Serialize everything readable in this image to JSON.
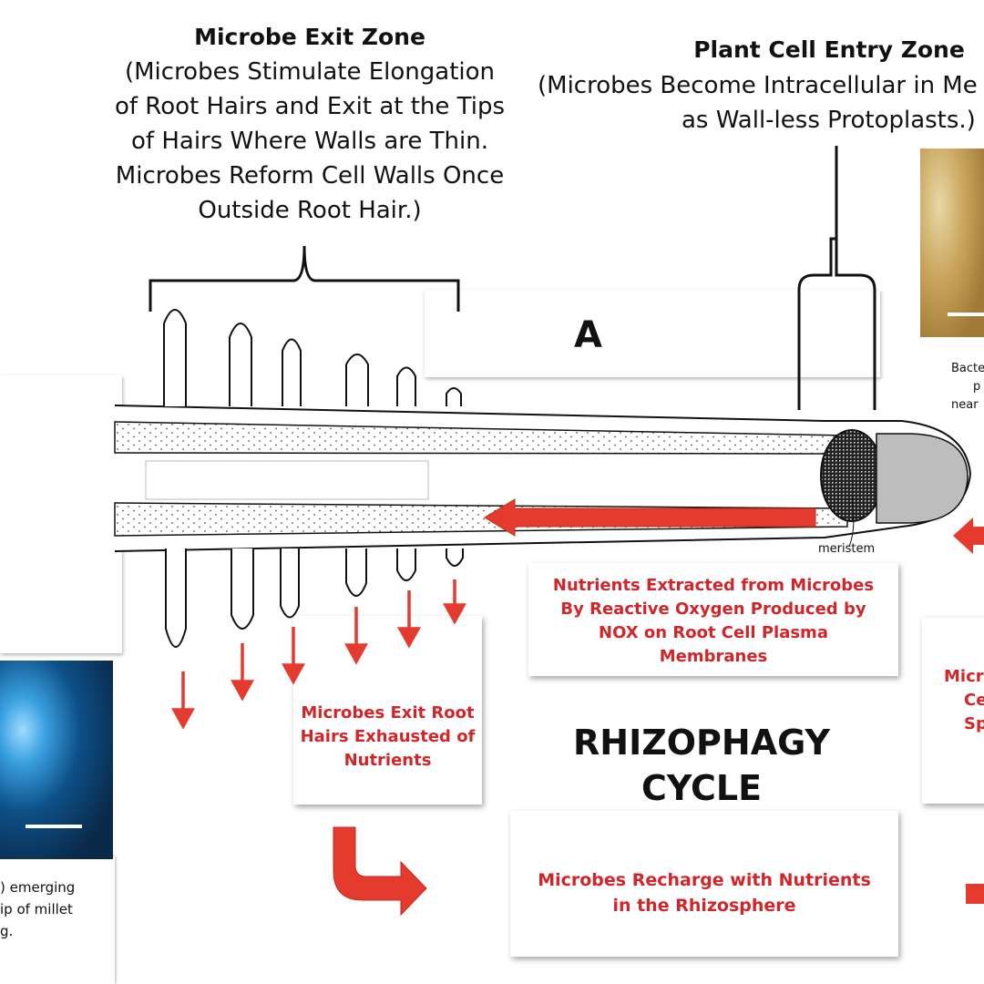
{
  "exit_zone": {
    "title": "Microbe Exit Zone",
    "lines": [
      "(Microbes Stimulate Elongation",
      "of Root Hairs and Exit at the Tips",
      "of Hairs Where Walls are Thin.",
      "Microbes Reform Cell Walls Once",
      "Outside Root Hair.)"
    ]
  },
  "entry_zone": {
    "title": "Plant Cell Entry Zone",
    "lines": [
      "(Microbes Become Intracellular in Me",
      "as Wall-less Protoplasts.)"
    ]
  },
  "panel_label": "A",
  "meristem_label": "meristem",
  "boxes": {
    "nutrients_extracted": [
      "Nutrients Extracted from Microbes",
      "By Reactive Oxygen Produced by",
      "NOX on Root Cell Plasma",
      "Membranes"
    ],
    "exit_hairs": [
      "Microbes Exit Root",
      "Hairs Exhausted of",
      "Nutrients"
    ],
    "recharge": [
      "Microbes Recharge with Nutrients",
      "in the Rhizosphere"
    ],
    "right_partial": [
      "Micro",
      "Ce",
      "Sp"
    ]
  },
  "cycle_title": [
    "RHIZOPHAGY",
    "CYCLE"
  ],
  "left_caption": [
    ") emerging",
    "ip of millet",
    "g."
  ],
  "right_caption": [
    "Bacte",
    "p",
    "near"
  ],
  "colors": {
    "arrow_red": "#e53b2f",
    "text_red": "#d0262a"
  }
}
